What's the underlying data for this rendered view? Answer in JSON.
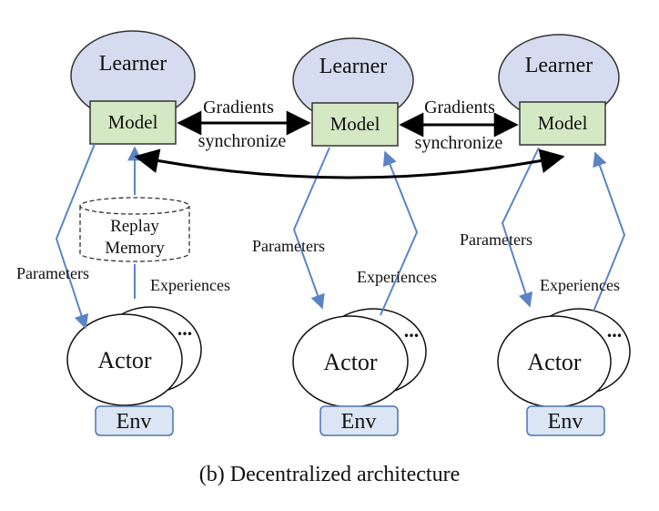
{
  "caption": "(b) Decentralized architecture",
  "labels": {
    "learner": "Learner",
    "model": "Model",
    "actor": "Actor",
    "env": "Env",
    "ellipsis": "...",
    "gradients": "Gradients",
    "synchronize": "synchronize",
    "parameters": "Parameters",
    "experiences": "Experiences",
    "replay": "Replay",
    "memory": "Memory"
  },
  "colors": {
    "learner_fill": "#d5dcef",
    "model_fill": "#d5e8c4",
    "model_border": "#333333",
    "env_fill": "#dbe5f3",
    "env_border": "#4a73b6",
    "arrow_blue": "#5b84c6",
    "arrow_black": "#000000"
  }
}
